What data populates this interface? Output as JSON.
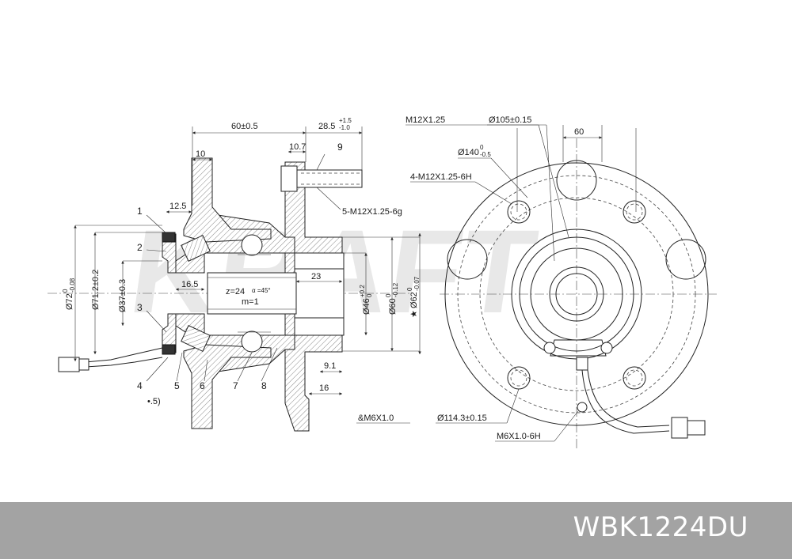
{
  "watermark": "KRAFT",
  "part_number": "WBK1224DU",
  "callouts": {
    "c1": "1",
    "c2": "2",
    "c3": "3",
    "c4": "4",
    "c5": "5",
    "c6": "6",
    "c7": "7",
    "c8": "8",
    "c9": "9"
  },
  "dimensions": {
    "overall_width": "60±0.5",
    "stud_offset_main": "28.5",
    "stud_offset_tol_upper": "+1.5",
    "stud_offset_tol_lower": "-1.0",
    "d10": "10",
    "d10_7": "10.7",
    "d12_5": "12.5",
    "d16_5": "16.5",
    "d23": "23",
    "d9_1": "9.1",
    "d16": "16",
    "spline": "z=24",
    "spline_angle": "α =45°",
    "module": "m=1",
    "dia72_main": "Ø72",
    "dia72_tol_upper": "0",
    "dia72_tol_lower": "-0.08",
    "dia71_2": "Ø71.2±0.2",
    "dia37": "Ø37±0.3",
    "dia46_main": "Ø46",
    "dia46_tol_upper": "+0.2",
    "dia46_tol_lower": "0",
    "dia60_main": "Ø60",
    "dia60_tol_upper": "0",
    "dia60_tol_lower": "-0.12",
    "dia62_main": "Ø62",
    "dia62_tol_upper": "0",
    "dia62_tol_lower": "-0.07",
    "dia62_mark": "★",
    "partial": "•.5)",
    "stud_thread": "5-M12X1.25-6g",
    "m12": "M12X1.25",
    "dia105": "Ø105±0.15",
    "d60_top": "60",
    "dia140_main": "Ø140",
    "dia140_tol_upper": "0",
    "dia140_tol_lower": "-0.5",
    "m12_holes": "4-M12X1.25-6H",
    "m6_left": "&M6X1.0",
    "dia114_3": "Ø114.3±0.15",
    "m6_right": "M6X1.0-6H"
  }
}
